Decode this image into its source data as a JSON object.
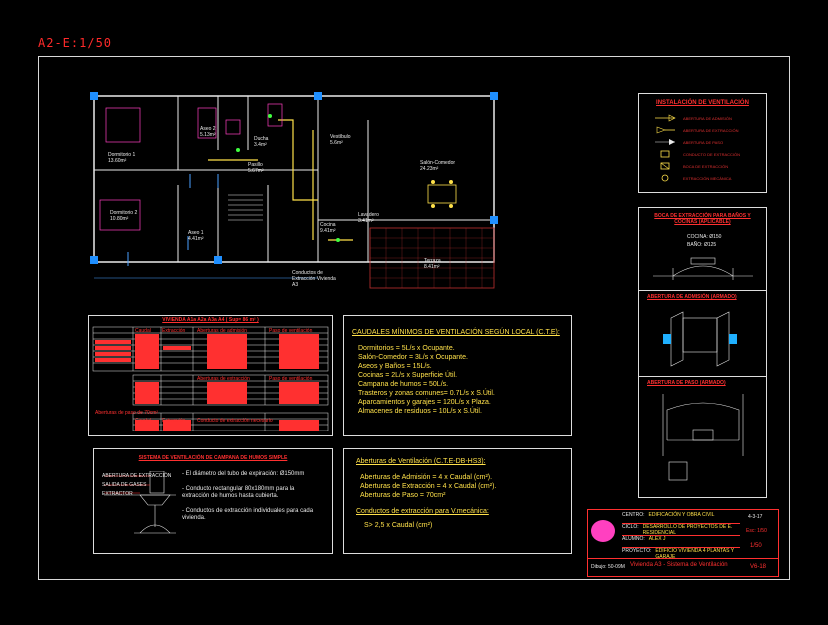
{
  "sheet": {
    "format_label": "A2-E:1/50"
  },
  "plan": {
    "rooms": [
      {
        "name": "Aseo 2",
        "area": "5.13m²"
      },
      {
        "name": "Ducha",
        "area": "3.4m²"
      },
      {
        "name": "Dormitorio 1",
        "area": "13.60m²"
      },
      {
        "name": "Pasillo",
        "area": "5.67m²"
      },
      {
        "name": "Vestíbulo",
        "area": "5.6m²"
      },
      {
        "name": "Salón-Comedor",
        "area": "24.23m²"
      },
      {
        "name": "Dormitorio 2",
        "area": "10.80m²"
      },
      {
        "name": "Aseo 1",
        "area": "4.41m²"
      },
      {
        "name": "Cocina",
        "area": "9.41m²"
      },
      {
        "name": "Lavadero",
        "area": "3.41m²"
      },
      {
        "name": "Terraza",
        "area": "8.41m²"
      }
    ],
    "duct_note": "Conductos de Extracción Vivienda A3"
  },
  "table_viviendas": {
    "title": "VIVIENDA A1a A2a A3a A4 ( Sup= 86 m² )",
    "col_headers": [
      "Caudal",
      "Extracción",
      "Aberturas de admisión",
      "Paso de ventilación"
    ],
    "section2": "Aberturas de extracción",
    "section2_right": "Paso de ventilación",
    "section3": "Aberturas de paso de 70cm²",
    "col_headers3": [
      "Caudal",
      "Extracción",
      "Conducto de extracción necesario"
    ]
  },
  "caudales": {
    "title": "CAUDALES MÍNIMOS DE VENTILACIÓN SEGÚN LOCAL (C.T.E):",
    "lines": [
      "Dormitorios = 5L/s x Ocupante.",
      "Salón-Comedor = 3L/s x Ocupante.",
      "Aseos y Baños = 15L/s.",
      "Cocinas = 2L/s x Superficie Útil.",
      "Campana de humos = 50L/s.",
      "Trasteros y zonas comunes= 0.7L/s x S.Útil.",
      "Aparcamientos y garajes = 120L/s x Plaza.",
      "Almacenes de residuos = 10L/s x S.Útil."
    ]
  },
  "campana": {
    "title": "SISTEMA DE VENTILACIÓN DE CAMPANA DE HUMOS SIMPLE",
    "notes": [
      "- El diámetro del tubo de expiración: Ø150mm",
      "- Conducto rectangular 80x180mm para la extracción de humos hasta cubierta.",
      "- Conductos de extracción individuales para cada vivienda."
    ],
    "labels": [
      "ABERTURA DE EXTRACCIÓN",
      "SALIDA DE GASES",
      "EXTRACTOR"
    ]
  },
  "aberturas": {
    "title": "Aberturas de Ventilación (C.T.E-DB-HS3):",
    "lines": [
      "Aberturas de Admisión = 4 x Caudal (cm²).",
      "Aberturas de Extracción = 4 x Caudal (cm²).",
      "Aberturas de Paso = 70cm²"
    ],
    "subtitle": "Conductos de extracción para V.mecánica:",
    "formula": "S> 2,5 x Caudal (cm²)"
  },
  "legend": {
    "title": "INSTALACIÓN DE VENTILACIÓN",
    "items": [
      "ABERTURA DE ADMISIÓN",
      "ABERTURA DE EXTRACCIÓN",
      "ABERTURA DE PASO",
      "CONDUCTO DE EXTRACCIÓN",
      "BOCA DE EXTRACCIÓN",
      "EXTRACCIÓN MECÁNICA"
    ]
  },
  "details": {
    "boca_title": "BOCA DE EXTRACCIÓN PARA BAÑOS Y COCINAS (APLICABLE)",
    "boca_dims": [
      "COCINA: Ø150",
      "BAÑO: Ø125"
    ],
    "admision_title": "ABERTURA DE ADMISIÓN (ARMADO)",
    "paso_title": "ABERTURA DE PASO (ARMADO)"
  },
  "title_block": {
    "school_rows": [
      "EDIFICACIÓN Y OBRA CIVIL",
      "DESARROLLO DE PROYECTOS DE E. RESIDENCIAL",
      "ALEX J",
      "EDIFICIO VIVIENDA 4 PLANTAS Y GARAJE"
    ],
    "row_labels": [
      "CENTRO:",
      "CICLO:",
      "ALUMNO:",
      "PROYECTO:"
    ],
    "date": "4-3-17",
    "scale": "1/50",
    "scale_label": "Esc: 1/50",
    "sheet_no": "V6-18",
    "footer_left": "Dibujo: 50-09M",
    "footer_title": "Vivienda A3 - Sistema de Ventilación"
  },
  "colors": {
    "red": "#ff3030",
    "yellow": "#ffe14a",
    "white": "#eaeaea",
    "magenta": "#ff40c0",
    "blue": "#4aa0ff",
    "green": "#40ff40"
  }
}
